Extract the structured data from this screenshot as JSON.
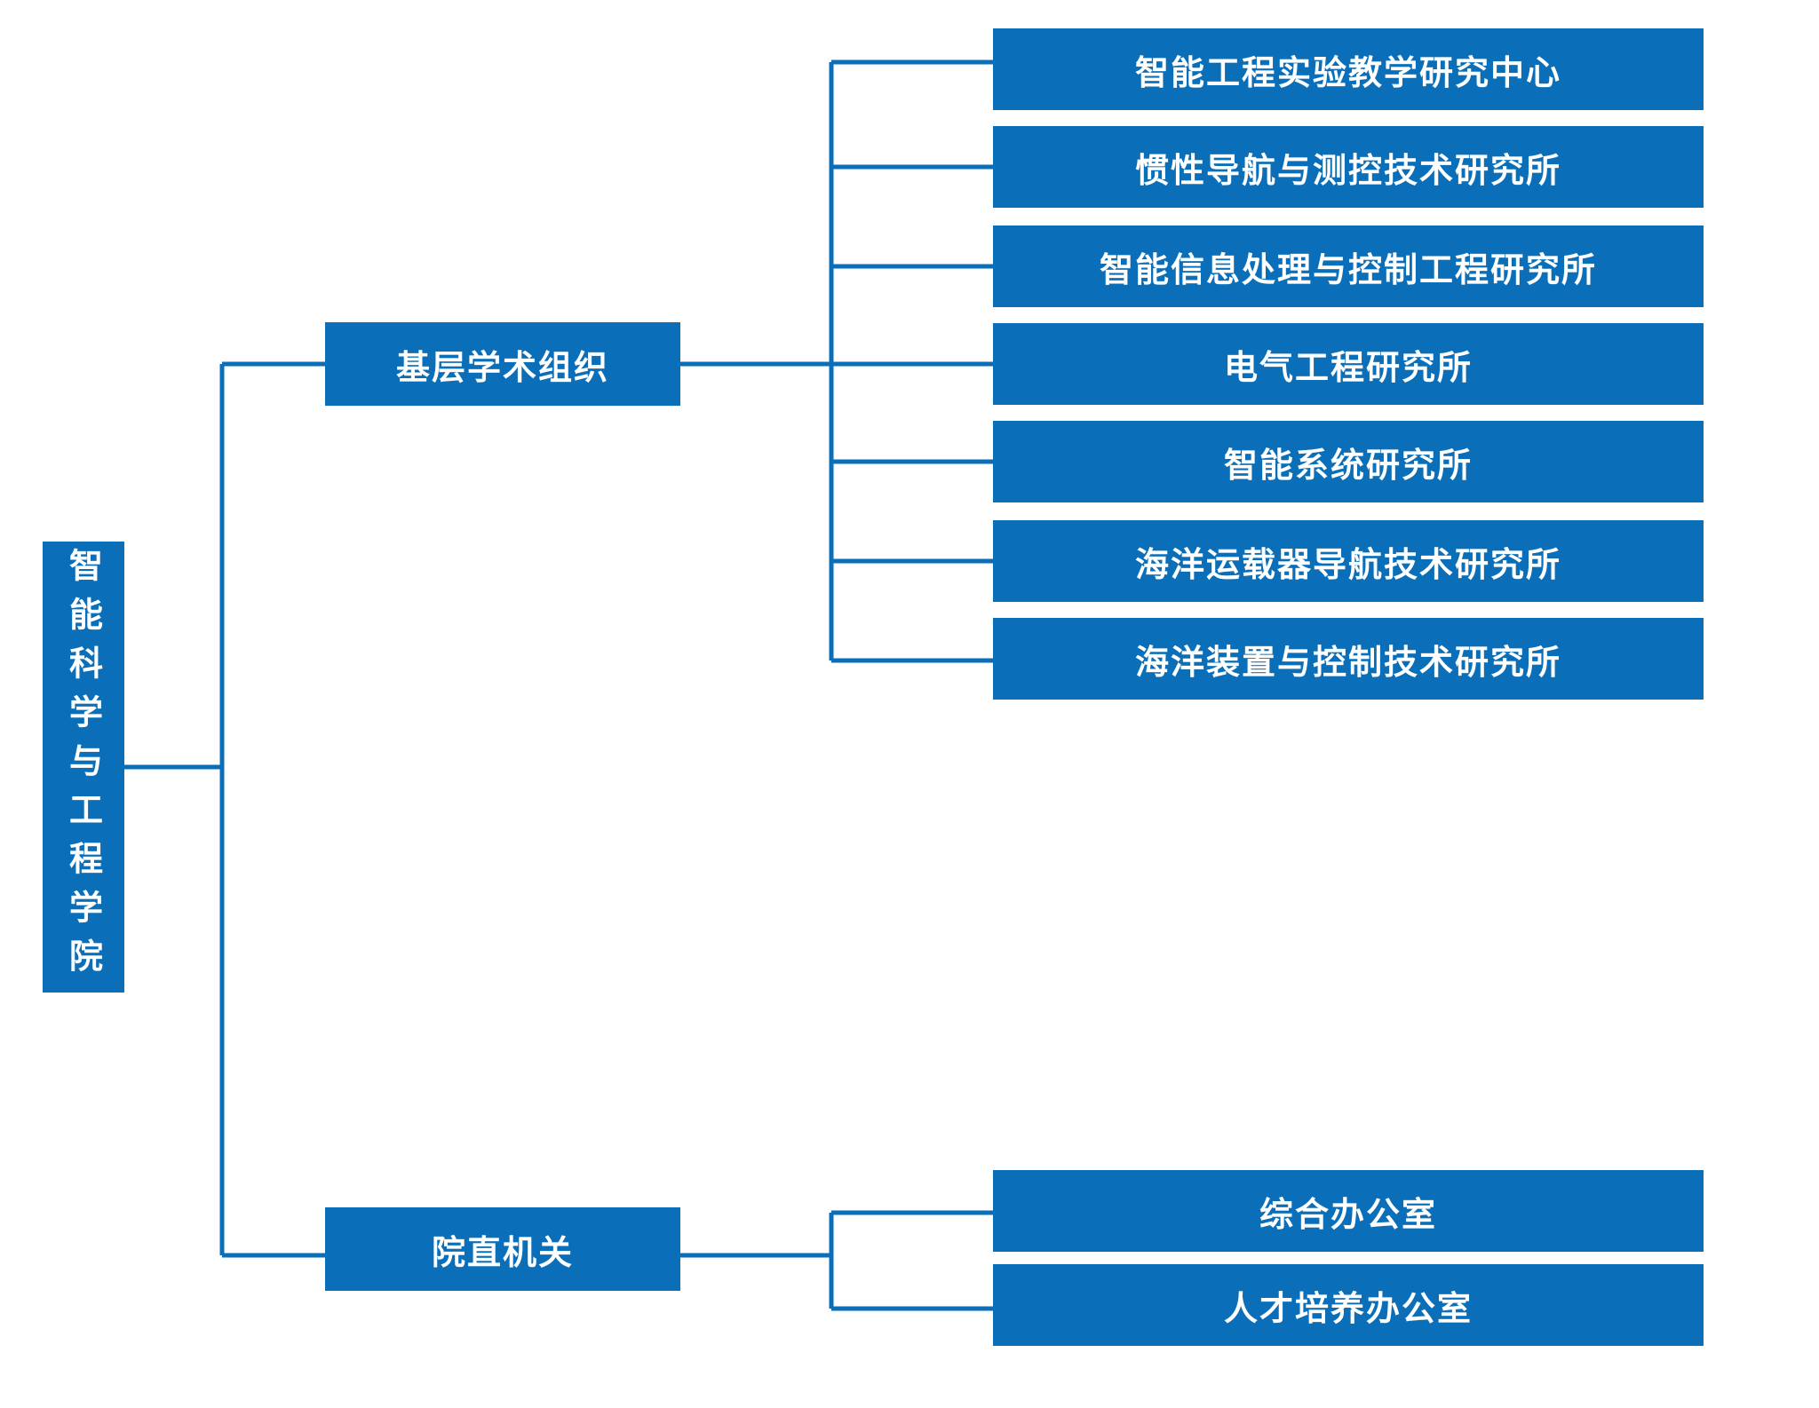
{
  "root": {
    "label": "智能科学与工程学院"
  },
  "branches": [
    {
      "label": "基层学术组织",
      "children": [
        "智能工程实验教学研究中心",
        "惯性导航与测控技术研究所",
        "智能信息处理与控制工程研究所",
        "电气工程研究所",
        "智能系统研究所",
        "海洋运载器导航技术研究所",
        "海洋装置与控制技术研究所"
      ]
    },
    {
      "label": "院直机关",
      "children": [
        "综合办公室",
        "人才培养办公室"
      ]
    }
  ],
  "colors": {
    "box": "#0a6fb8",
    "line": "#0a6fb8",
    "text": "#ffffff",
    "background": "#ffffff"
  }
}
